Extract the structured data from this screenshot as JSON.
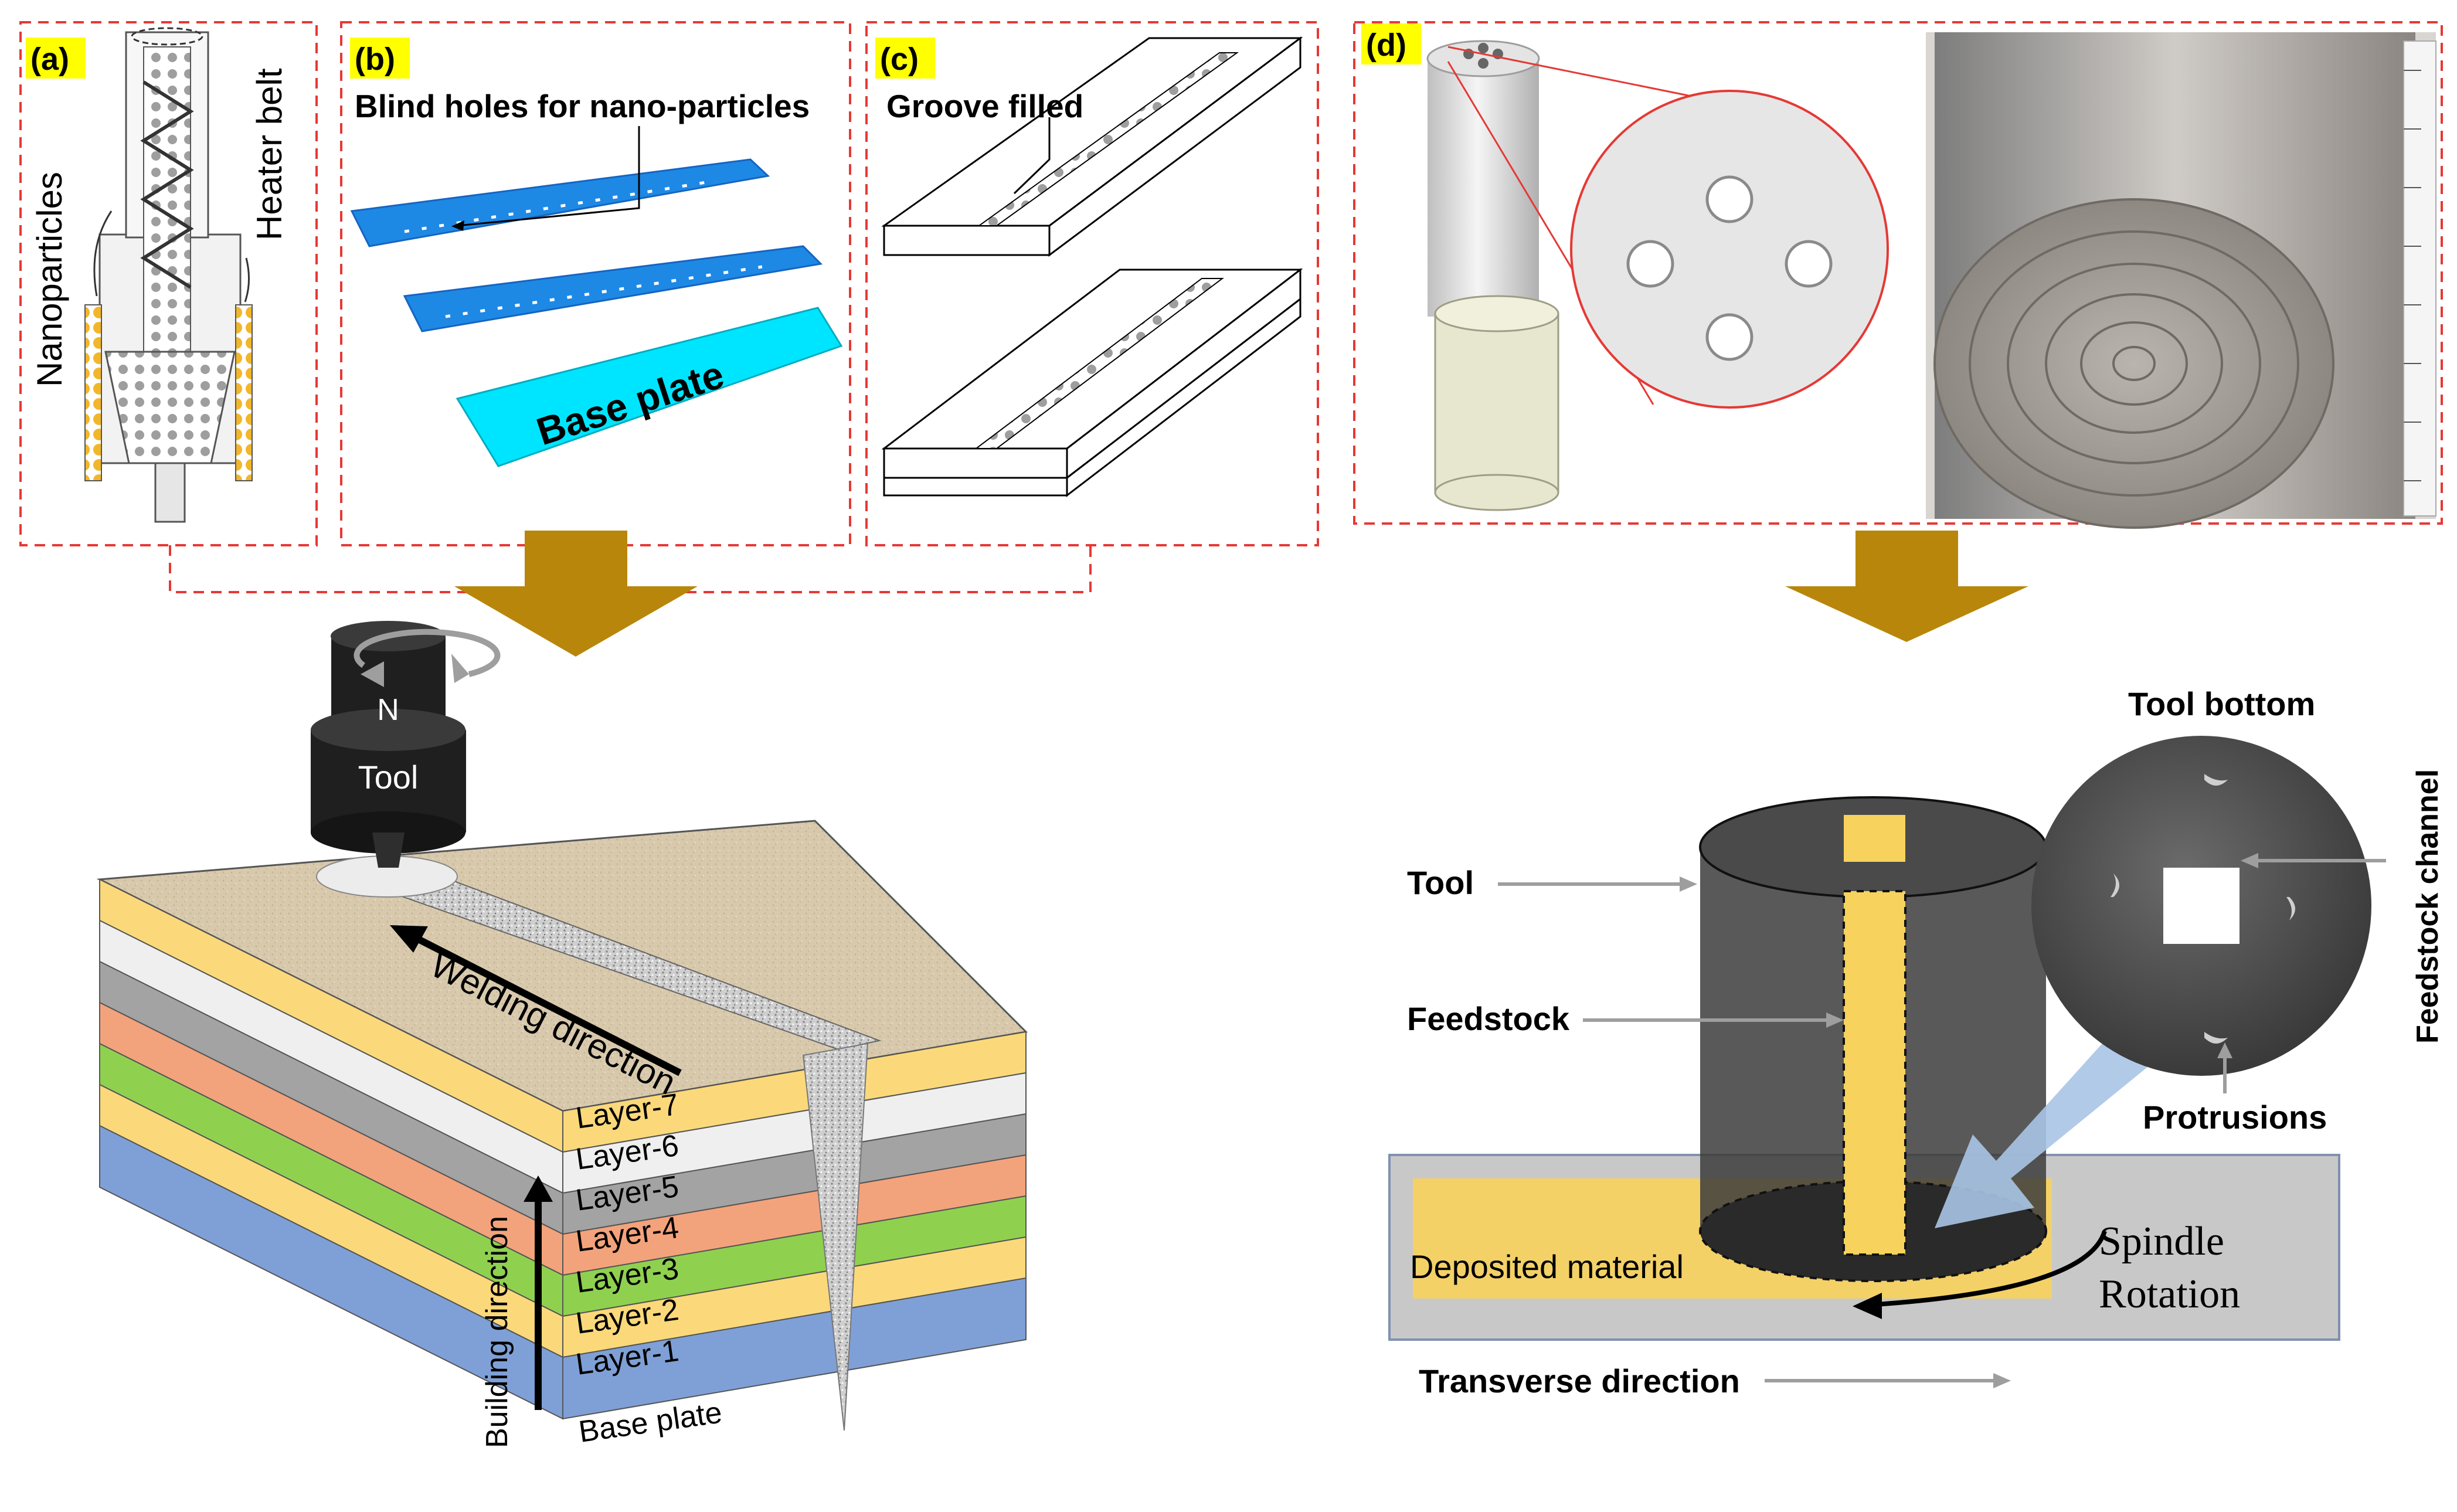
{
  "panels": {
    "a": {
      "tag": "(a)",
      "label_nanoparticles": "Nanoparticles",
      "label_heater_belt": "Heater belt"
    },
    "b": {
      "tag": "(b)",
      "title": "Blind holes for nano-particles",
      "base_plate": "Base plate"
    },
    "c": {
      "tag": "(c)",
      "title": "Groove filled"
    },
    "d": {
      "tag": "(d)"
    }
  },
  "left_process": {
    "magnet_pole": "N",
    "tool_label": "Tool",
    "welding_direction": "Welding direction",
    "building_direction": "Building direction",
    "layers": [
      "Layer-7",
      "Layer-6",
      "Layer-5",
      "Layer-4",
      "Layer-3",
      "Layer-2",
      "Layer-1",
      "Base plate"
    ]
  },
  "right_process": {
    "tool_bottom": "Tool bottom",
    "feedstock_channel": "Feedstock channel",
    "tool": "Tool",
    "feedstock": "Feedstock",
    "protrusions": "Protrusions",
    "deposited_material": "Deposited material",
    "spindle_rotation_line1": "Spindle",
    "spindle_rotation_line2": "Rotation",
    "transverse_direction": "Transverse direction"
  },
  "colors": {
    "dashed_border": "#e53935",
    "tag_bg": "#ffff00",
    "arrow_gold": "#b8860b",
    "plate_blue": "#1e88e5",
    "base_cyan": "#00e5ff",
    "layer_base": "#7fa0d6",
    "layer_1": "#fbd97a",
    "layer_2": "#8fd14f",
    "layer_3": "#f3a37b",
    "layer_4": "#a3a3a3",
    "layer_5": "#efefef",
    "layer_6": "#fbd97a",
    "layer_7": "#d9c8a8",
    "tool_dark": "#2a2a2a",
    "feedstock_yellow": "#f7d25c",
    "substrate_gray": "#c8c8c8"
  }
}
